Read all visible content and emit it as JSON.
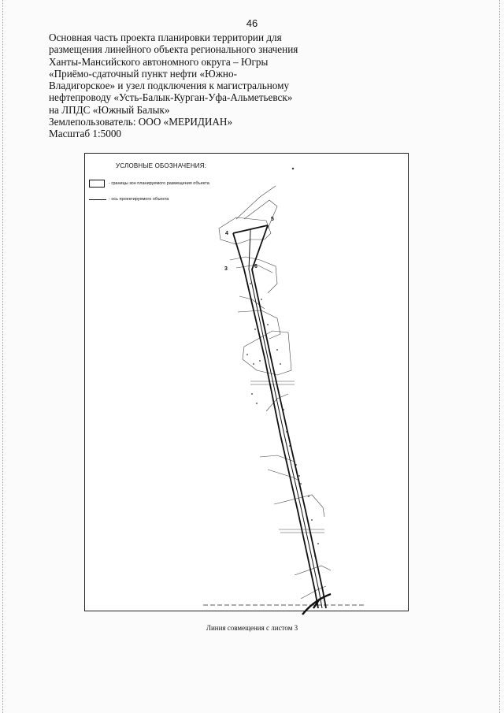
{
  "page_number": "46",
  "title_lines": [
    "Основная часть проекта планировки территории для",
    "размещения линейного объекта регионального значения",
    "Ханты-Мансийского автономного округа – Югры",
    "«Приёмо-сдаточный пункт нефти «Южно-",
    "Владигорское» и узел подключения к магистральному",
    "нефтепроводу «Усть-Балык-Курган-Уфа-Альметьевск»",
    "на ЛПДС «Южный Балык»",
    "Землепользователь: ООО «МЕРИДИАН»",
    "Масштаб 1:5000"
  ],
  "legend": {
    "title": "УСЛОВНЫЕ ОБОЗНАЧЕНИЯ:",
    "zone_label": "- границы зон планируемого размещения объекта",
    "axis_label": "- ось проектируемого объекта"
  },
  "map_labels": {
    "point_3": "3",
    "point_4": "4",
    "point_5": "5",
    "point_6": "6"
  },
  "caption": "Линия совмещения с листом 3"
}
